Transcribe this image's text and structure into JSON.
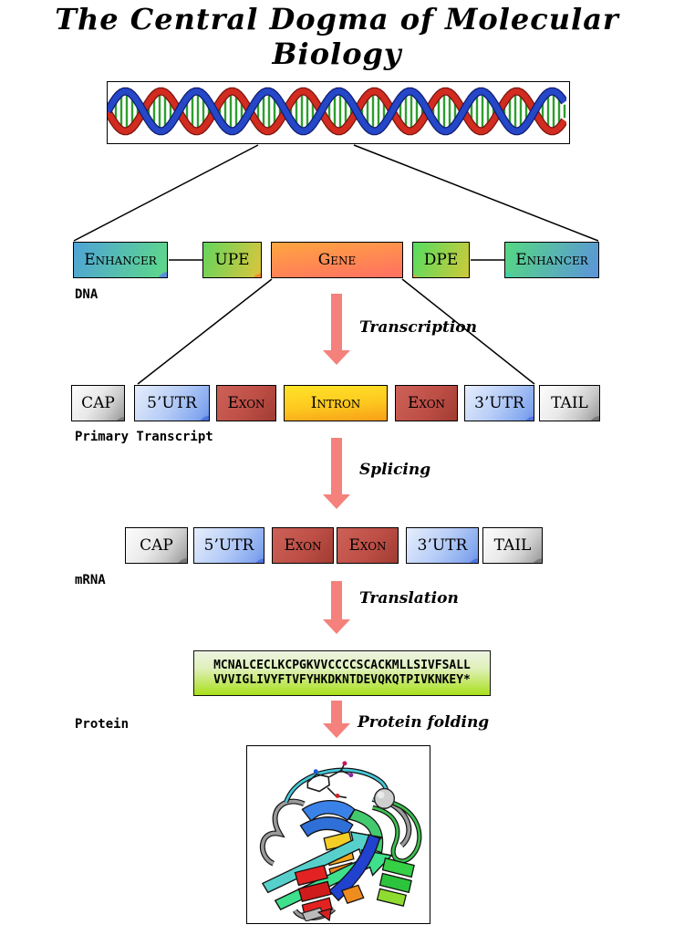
{
  "title": "The Central Dogma of Molecular Biology",
  "rows": {
    "dna": {
      "label": "DNA",
      "boxes": [
        {
          "text": "Enhancer"
        },
        {
          "text": "UPE"
        },
        {
          "text": "Gene"
        },
        {
          "text": "DPE"
        },
        {
          "text": "Enhancer"
        }
      ]
    },
    "primary_transcript": {
      "label": "Primary Transcript",
      "boxes": [
        {
          "text": "CAP"
        },
        {
          "text": "5’UTR"
        },
        {
          "text": "Exon"
        },
        {
          "text": "Intron"
        },
        {
          "text": "Exon"
        },
        {
          "text": "3’UTR"
        },
        {
          "text": "TAIL"
        }
      ]
    },
    "mrna": {
      "label": "mRNA",
      "boxes": [
        {
          "text": "CAP"
        },
        {
          "text": "5’UTR"
        },
        {
          "text": "Exon"
        },
        {
          "text": "Exon"
        },
        {
          "text": "3’UTR"
        },
        {
          "text": "TAIL"
        }
      ]
    },
    "protein": {
      "label": "Protein",
      "sequence": [
        "MCNALCECLKCPGKVVCCCCSCACKMLLSIVFSALL",
        "VVVIGLIVYFTVFYHKDKNTDEVQKQTPIVKNKEY*"
      ]
    }
  },
  "arrows": [
    {
      "label": "Transcription"
    },
    {
      "label": "Splicing"
    },
    {
      "label": "Translation"
    },
    {
      "label": "Protein folding"
    }
  ],
  "colors": {
    "arrow": "#f4817b",
    "gene_gradient": [
      "#ffa640",
      "#ff6f63"
    ],
    "enhancer_gradient": [
      "#4fa3d7",
      "#5ed988"
    ],
    "upe_dpe_gradient": [
      "#63d55c",
      "#ddc53c"
    ],
    "exon": "#bd4f46",
    "intron_gradient": [
      "#ffe427",
      "#f89e18"
    ],
    "utr_gradient": [
      "#e6eefc",
      "#6d93ea"
    ],
    "cap_tail_gradient": [
      "#fdfdfd",
      "#969696"
    ],
    "sequence_box_gradient": [
      "#edf3e2",
      "#a8e019"
    ],
    "helix_strand_red": "#d22b20",
    "helix_strand_blue": "#2547c8",
    "helix_rung_green": "#2e9e2e"
  }
}
